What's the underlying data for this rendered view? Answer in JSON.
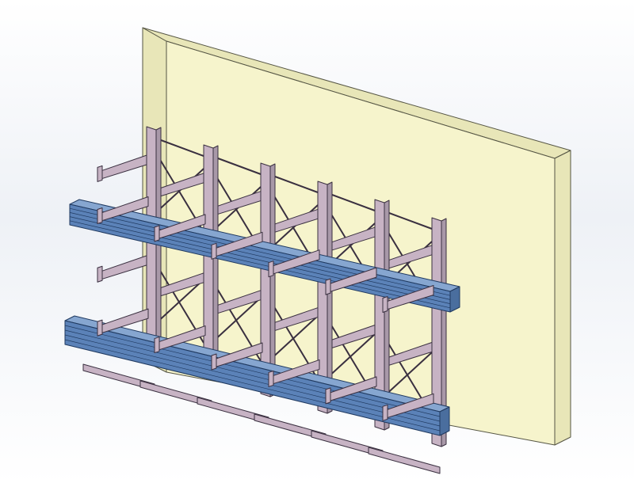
{
  "scene": {
    "subject": "cantilever-rack",
    "colors": {
      "background": "#eef1f6",
      "wall_front": "#f6f4cc",
      "wall_side": "#e8e6b8",
      "wall_edge": "#555544",
      "rack": "#c7b3c4",
      "rack_edge": "#3a3040",
      "bundle": "#5b82b8",
      "bundle_light": "#86a6d0",
      "bundle_edge": "#203a60"
    },
    "columns": 6,
    "levels": 2
  }
}
